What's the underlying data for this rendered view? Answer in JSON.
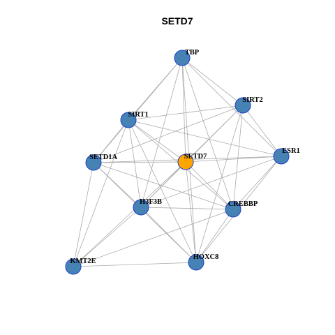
{
  "title": "SETD7",
  "colors": {
    "node_default": "#4682b4",
    "node_focus": "#ffa500",
    "node_border": "#1a3fc9",
    "edge": "#aaaaaa",
    "background": "#ffffff"
  },
  "nodes": [
    {
      "id": "TBP",
      "label": "TBP",
      "focus": false
    },
    {
      "id": "SIRT2",
      "label": "SIRT2",
      "focus": false
    },
    {
      "id": "SIRT1",
      "label": "SIRT1",
      "focus": false
    },
    {
      "id": "ESR1",
      "label": "ESR1",
      "focus": false
    },
    {
      "id": "SETD1A",
      "label": "SETD1A",
      "focus": false
    },
    {
      "id": "SETD7",
      "label": "SETD7",
      "focus": true
    },
    {
      "id": "H3F3B",
      "label": "H3F3B",
      "focus": false
    },
    {
      "id": "CREBBP",
      "label": "CREBBP",
      "focus": false
    },
    {
      "id": "HOXC8",
      "label": "HOXC8",
      "focus": false
    },
    {
      "id": "KMT2E",
      "label": "KMT2E",
      "focus": false
    }
  ],
  "edges": [
    [
      "TBP",
      "SIRT2"
    ],
    [
      "TBP",
      "SIRT1"
    ],
    [
      "TBP",
      "ESR1"
    ],
    [
      "TBP",
      "SETD7"
    ],
    [
      "TBP",
      "H3F3B"
    ],
    [
      "TBP",
      "CREBBP"
    ],
    [
      "TBP",
      "HOXC8"
    ],
    [
      "TBP",
      "SETD1A"
    ],
    [
      "SIRT2",
      "SIRT1"
    ],
    [
      "SIRT2",
      "ESR1"
    ],
    [
      "SIRT2",
      "SETD7"
    ],
    [
      "SIRT2",
      "H3F3B"
    ],
    [
      "SIRT2",
      "CREBBP"
    ],
    [
      "SIRT2",
      "HOXC8"
    ],
    [
      "SIRT2",
      "SETD1A"
    ],
    [
      "SIRT1",
      "SETD1A"
    ],
    [
      "SIRT1",
      "SETD7"
    ],
    [
      "SIRT1",
      "ESR1"
    ],
    [
      "SIRT1",
      "H3F3B"
    ],
    [
      "SIRT1",
      "CREBBP"
    ],
    [
      "SIRT1",
      "HOXC8"
    ],
    [
      "SIRT1",
      "KMT2E"
    ],
    [
      "ESR1",
      "SETD7"
    ],
    [
      "ESR1",
      "CREBBP"
    ],
    [
      "ESR1",
      "H3F3B"
    ],
    [
      "ESR1",
      "HOXC8"
    ],
    [
      "ESR1",
      "SETD1A"
    ],
    [
      "SETD1A",
      "SETD7"
    ],
    [
      "SETD1A",
      "H3F3B"
    ],
    [
      "SETD1A",
      "CREBBP"
    ],
    [
      "SETD1A",
      "HOXC8"
    ],
    [
      "SETD1A",
      "KMT2E"
    ],
    [
      "SETD7",
      "H3F3B"
    ],
    [
      "SETD7",
      "CREBBP"
    ],
    [
      "SETD7",
      "HOXC8"
    ],
    [
      "SETD7",
      "KMT2E"
    ],
    [
      "H3F3B",
      "CREBBP"
    ],
    [
      "H3F3B",
      "HOXC8"
    ],
    [
      "H3F3B",
      "KMT2E"
    ],
    [
      "CREBBP",
      "HOXC8"
    ],
    [
      "CREBBP",
      "KMT2E"
    ],
    [
      "HOXC8",
      "KMT2E"
    ]
  ]
}
